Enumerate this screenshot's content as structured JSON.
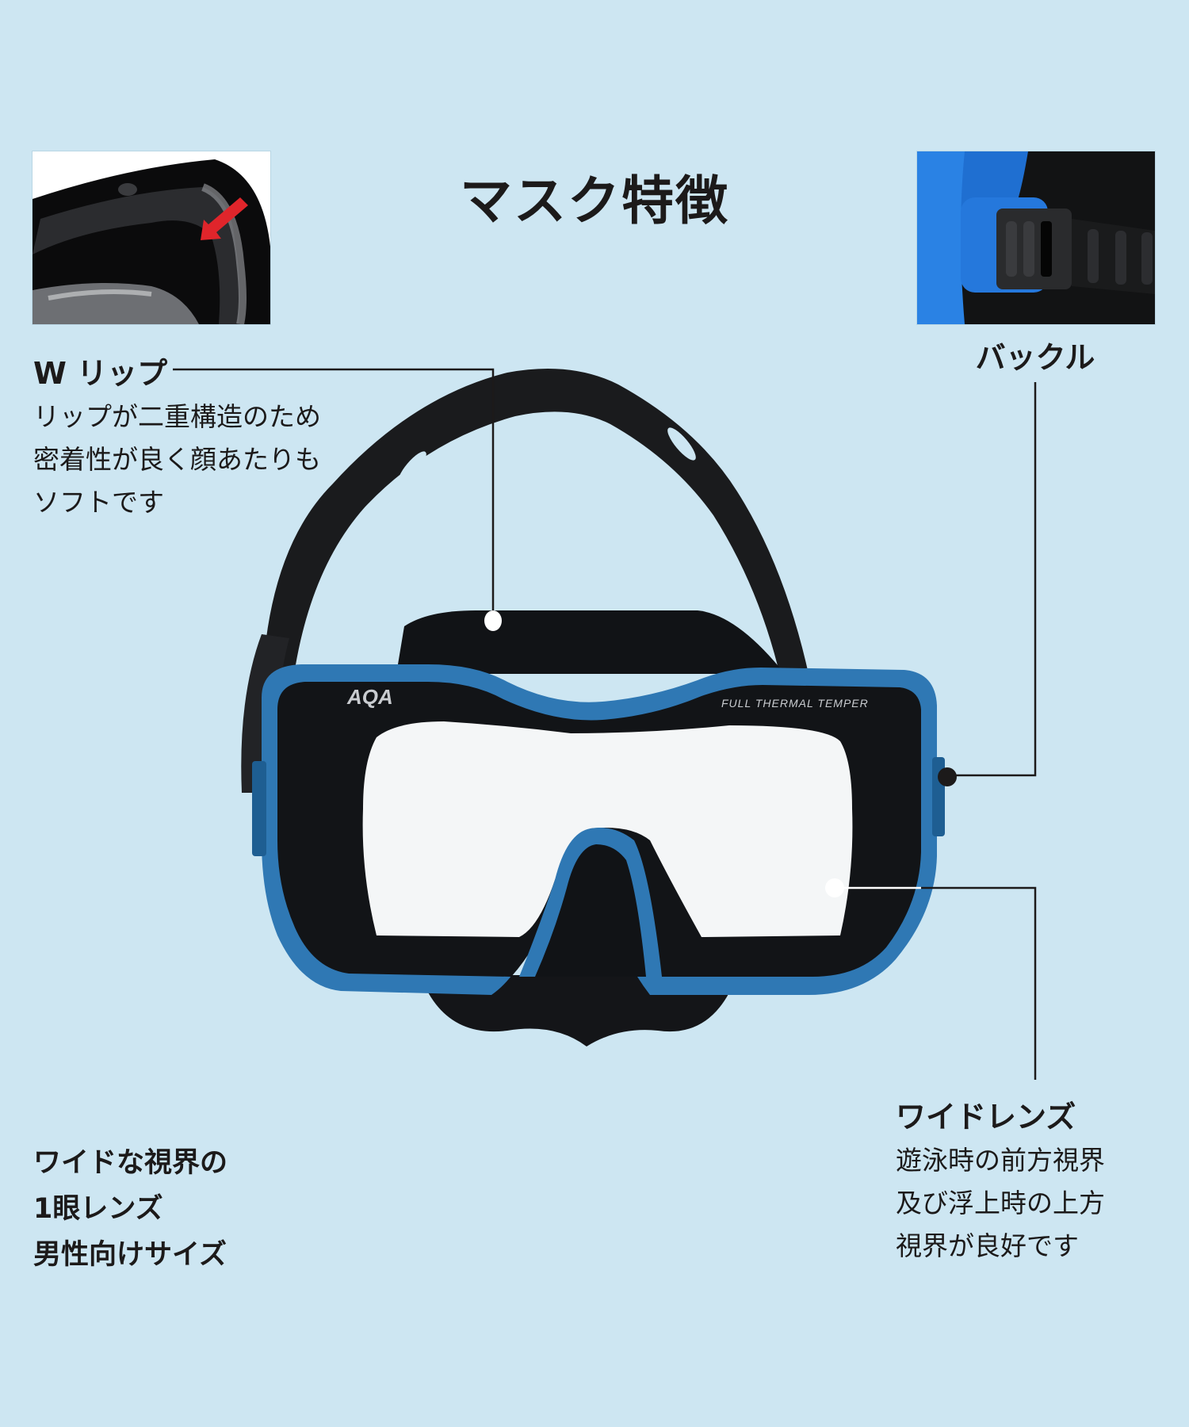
{
  "page": {
    "title": "マスク特徴",
    "background_color": "#cde6f2"
  },
  "features": {
    "w_lip": {
      "heading": "W リップ",
      "lines": [
        "リップが二重構造のため",
        "密着性が良く顔あたりも",
        "ソフトです"
      ]
    },
    "buckle": {
      "heading": "バックル"
    },
    "wide_lens": {
      "heading": "ワイドレンズ",
      "lines": [
        "遊泳時の前方視界",
        "及び浮上時の上方",
        "視界が良好です"
      ]
    }
  },
  "summary": {
    "lines": [
      "ワイドな視界の",
      "1眼レンズ",
      "男性向けサイズ"
    ]
  },
  "mask_image": {
    "brand_text": "AQA",
    "lens_text": "FULL THERMAL TEMPER",
    "frame_color": "#2f78b4",
    "skirt_color": "#111316"
  },
  "inset_photos": {
    "lip_detail": {
      "arrow_color": "#e0252b"
    },
    "buckle_detail": {
      "accent_color": "#1f6fd1"
    }
  }
}
